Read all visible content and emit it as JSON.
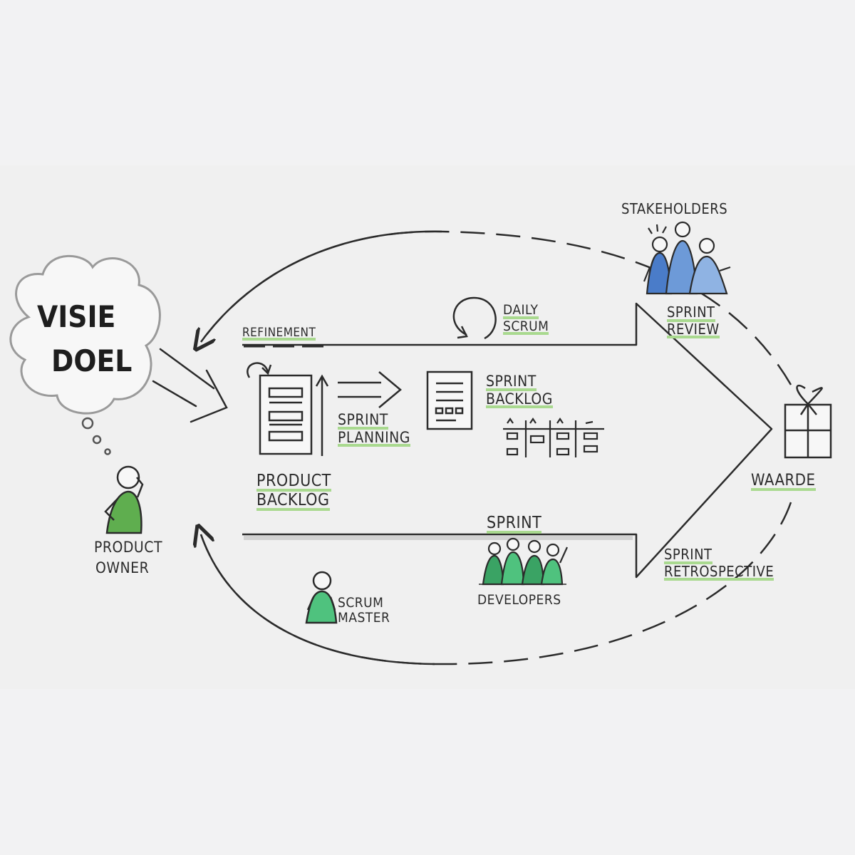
{
  "cloud": {
    "line1": "VISIE",
    "line2": "DOEL"
  },
  "labels": {
    "stakeholders": "STAKEHOLDERS",
    "refinement": "REFINEMENT",
    "daily_scrum": [
      "DAILY",
      "SCRUM"
    ],
    "sprint_review": [
      "SPRINT",
      "REVIEW"
    ],
    "sprint_planning": [
      "SPRINT",
      "PLANNING"
    ],
    "sprint_backlog": [
      "SPRINT",
      "BACKLOG"
    ],
    "product_backlog": [
      "PRODUCT",
      "BACKLOG"
    ],
    "waarde": "WAARDE",
    "sprint": "SPRINT",
    "sprint_retrospective": [
      "SPRINT",
      "RETROSPECTIVE"
    ],
    "product_owner": [
      "PRODUCT",
      "OWNER"
    ],
    "scrum_master": [
      "SCRUM",
      "MASTER"
    ],
    "developers": "DEVELOPERS"
  },
  "colors": {
    "background": "#f0f0f0",
    "ink": "#2b2b2b",
    "highlight_green": "#a9d98f",
    "product_owner_green": "#5fae4f",
    "scrum_master_green": "#4fc27e",
    "developers_green": "#3aa364",
    "stakeholders_blue": "#4a7cc9"
  },
  "icons": [
    "thought-cloud",
    "gift-icon",
    "loop-arrow-icon",
    "document-icon",
    "task-board-icon"
  ]
}
